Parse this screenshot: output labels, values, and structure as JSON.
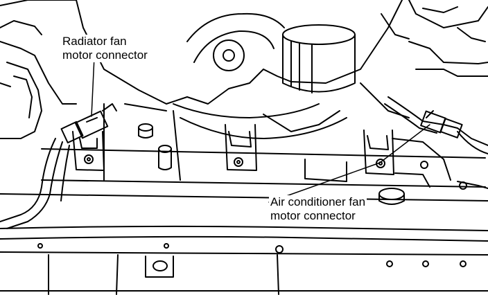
{
  "labels": {
    "radiator_fan_connector": {
      "line1": "Radiator fan",
      "line2": "motor connector"
    },
    "ac_fan_connector": {
      "line1": "Air conditioner fan",
      "line2": "motor connector"
    }
  },
  "colors": {
    "ink": "#000000",
    "paper": "#ffffff"
  }
}
